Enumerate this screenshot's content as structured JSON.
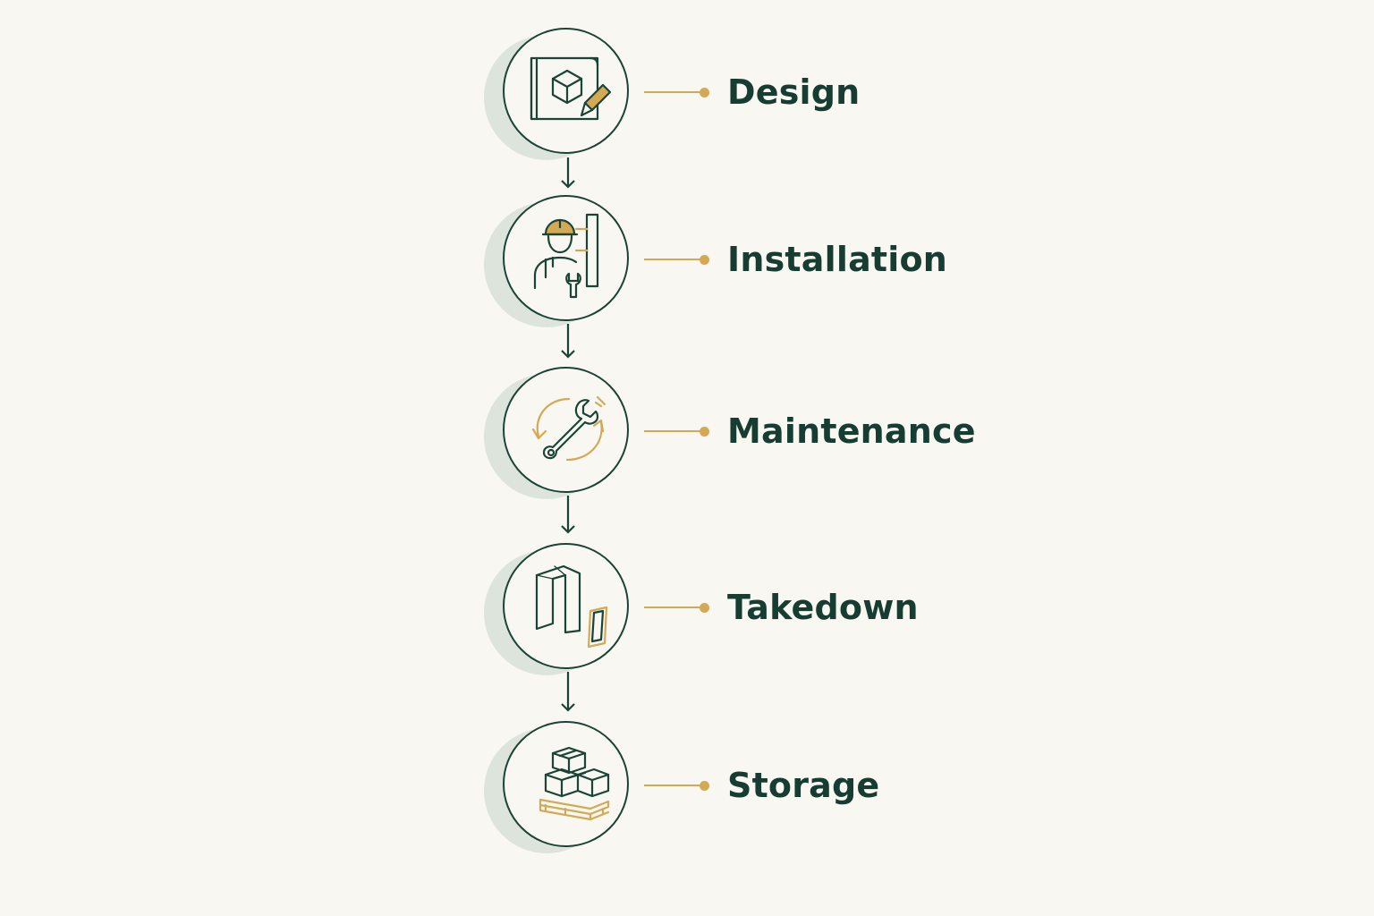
{
  "colors": {
    "background": "#f8f7f2",
    "primary": "#1b4437",
    "accent": "#d4a955",
    "shadow": "#dde4dc"
  },
  "steps": [
    {
      "label": "Design",
      "icon": "blueprint-pencil-icon"
    },
    {
      "label": "Installation",
      "icon": "worker-hardhat-icon"
    },
    {
      "label": "Maintenance",
      "icon": "wrench-cycle-icon"
    },
    {
      "label": "Takedown",
      "icon": "folding-panels-icon"
    },
    {
      "label": "Storage",
      "icon": "stacked-boxes-pallet-icon"
    }
  ]
}
